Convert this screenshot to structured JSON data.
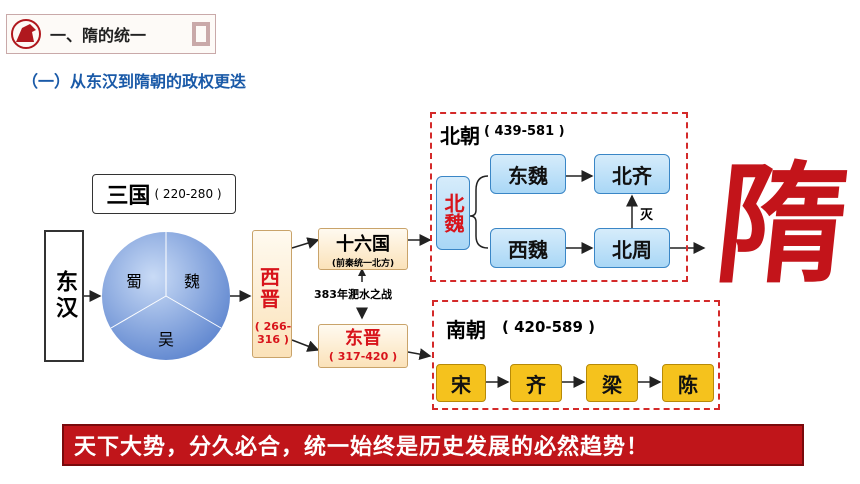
{
  "header": {
    "section_title": "一、隋的统一"
  },
  "subtitle": "（一）从东汉到隋朝的政权更迭",
  "nodes": {
    "donghan": "东汉",
    "sanguo": "三国",
    "sanguo_years": "( 220-280 )",
    "shu": "蜀",
    "wei": "魏",
    "wu": "吴",
    "xijin": "西晋",
    "xijin_years": "( 266-316 )",
    "shiliuguo": "十六国",
    "shiliuguo_note": "(前秦统一北方)",
    "feishui": "383年淝水之战",
    "dongjin": "东晋",
    "dongjin_years": "( 317-420 )",
    "beichao": "北朝",
    "beichao_years": "( 439-581 )",
    "beiwei": "北魏",
    "dongwei": "东魏",
    "beiqi": "北齐",
    "xiwei": "西魏",
    "beizhou": "北周",
    "mie": "灭",
    "nanchao": "南朝",
    "nanchao_years": "( 420-589 )",
    "song": "宋",
    "qi": "齐",
    "liang": "梁",
    "chen": "陈",
    "sui": "隋"
  },
  "banner": "天下大势，分久必合，统一始终是历史发展的必然趋势！",
  "colors": {
    "accent_red": "#d8141b",
    "title_blue": "#1a5aa8",
    "banner_red": "#c0151a",
    "gold": "#f5c21d",
    "light_blue": "#a9d7f6"
  }
}
